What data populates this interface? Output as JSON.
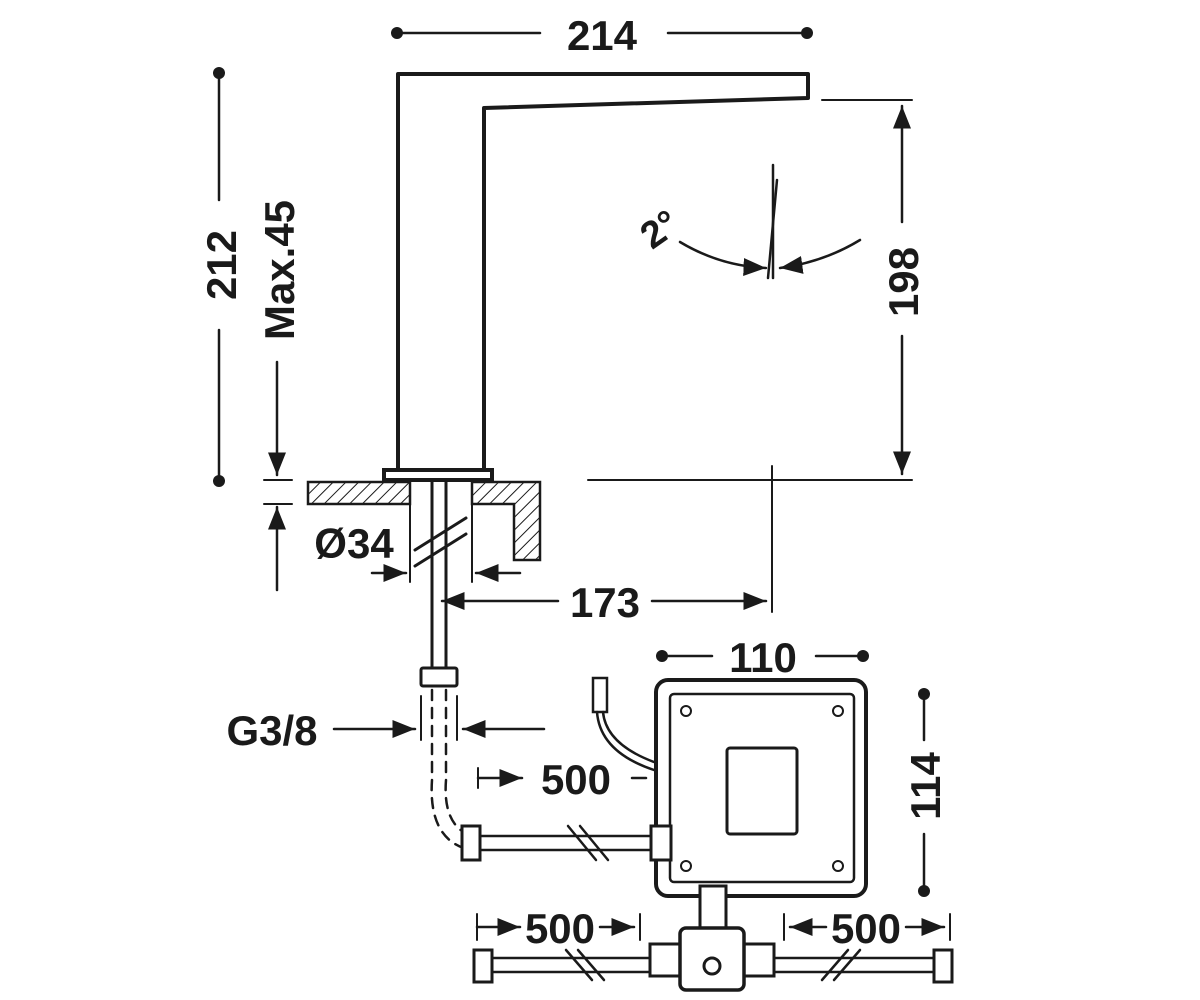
{
  "dimensions": {
    "spout_reach": "214",
    "total_height": "212",
    "max_deck_thickness": "Max.45",
    "outlet_height": "198",
    "spray_angle": "2°",
    "hole_diameter": "Ø34",
    "axis_distance": "173",
    "box_width": "110",
    "box_height": "114",
    "connection_thread": "G3/8",
    "hose_length_upper": "500",
    "hose_length_left": "500",
    "hose_length_right": "500"
  }
}
